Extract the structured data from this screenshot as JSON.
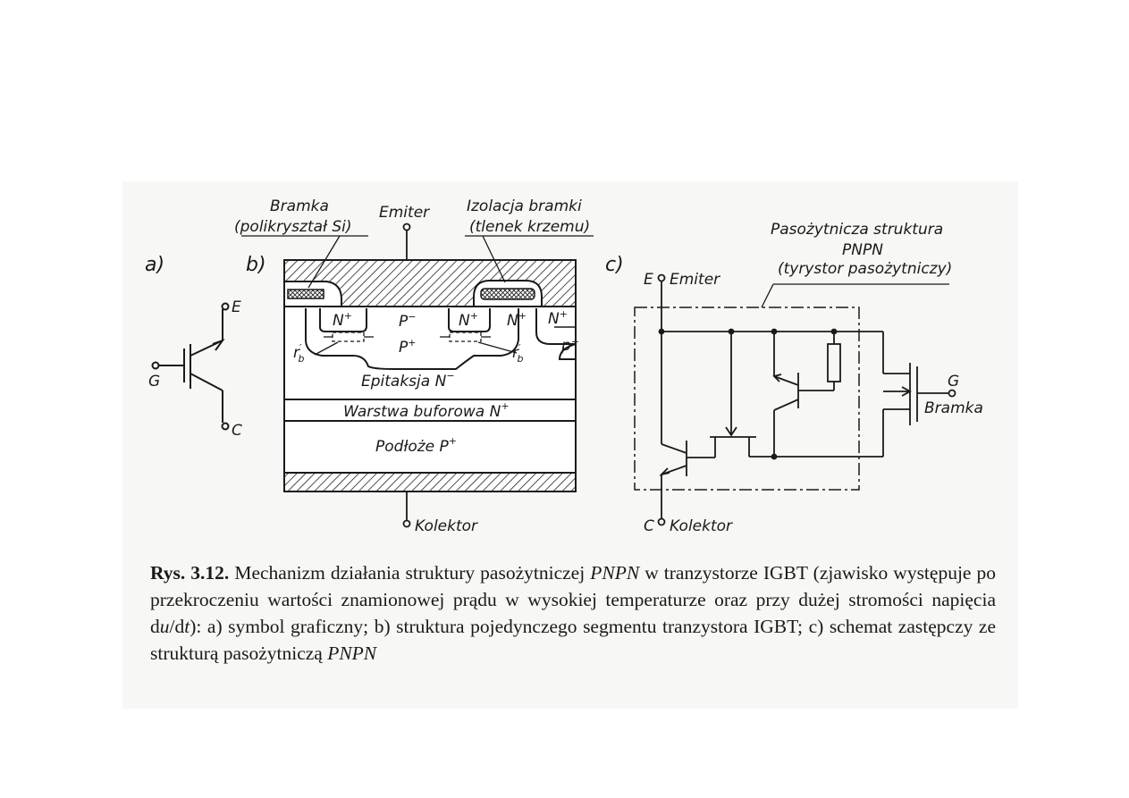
{
  "panels": {
    "a": "a)",
    "b": "b)",
    "c": "c)"
  },
  "symbol": {
    "e": "E",
    "g": "G",
    "c": "C"
  },
  "structure": {
    "gate_label_1": "Bramka",
    "gate_label_2": "(polikryształ Si)",
    "emitter": "Emiter",
    "gate_iso_1": "Izolacja bramki",
    "gate_iso_2": "(tlenek krzemu)",
    "n_plus": "N",
    "p_minus": "P",
    "p_plus": "P",
    "p_plus_small": "p",
    "rb": "r",
    "epi": "Epitaksja N",
    "buffer": "Warstwa buforowa N",
    "substrate": "Podłoże P",
    "collector": "Kolektor",
    "sup_plus": "+",
    "sup_minus": "−",
    "sub_b": "b",
    "prime": "′"
  },
  "equivalent": {
    "title_1": "Pasożytnicza struktura",
    "title_2": "PNPN",
    "title_3": "(tyrystor pasożytniczy)",
    "e": "E",
    "emitter": "Emiter",
    "c": "C",
    "collector": "Kolektor",
    "g": "G",
    "gate": "Bramka"
  },
  "caption": {
    "number": "Rys. 3.12.",
    "t1": " Mechanizm działania struktury pasożytniczej ",
    "pnpn": "PNPN",
    "t2": " w tranzystorze IGBT (zjawisko występuje po przekroczeniu wartości znamionowej prądu w wysokiej temperaturze oraz przy dużej stromości napięcia d",
    "u": "u",
    "slash_d": "/d",
    "t": "t",
    "t3": "): a) symbol graficzny; b) struktura pojedynczego segmentu tranzystora IGBT; c) schemat zastępczy ze strukturą pasożytniczą ",
    "pnpn2": "PNPN"
  }
}
